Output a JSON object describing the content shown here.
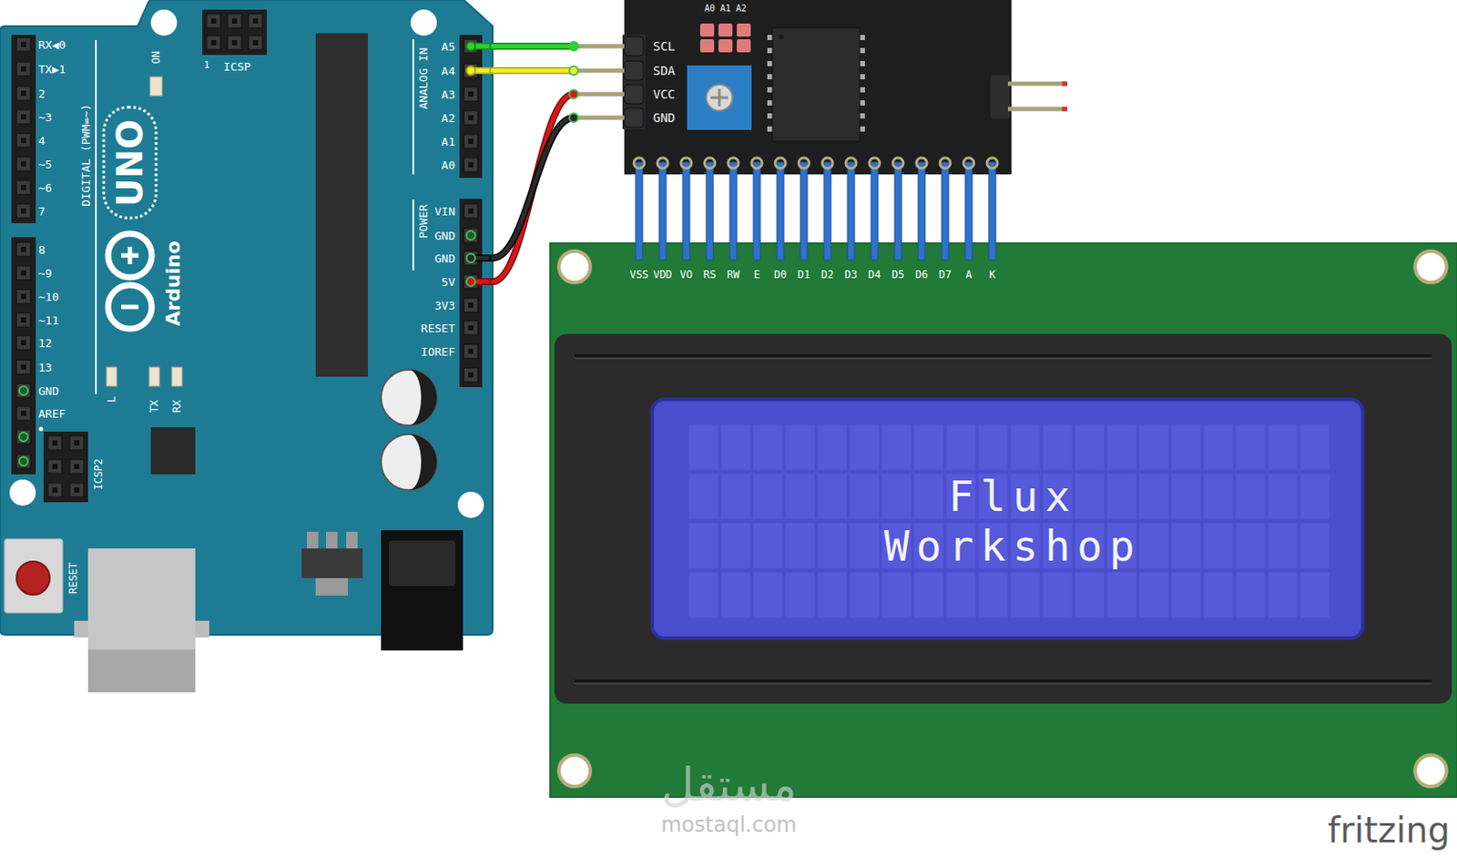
{
  "diagram": {
    "nodes": [
      {
        "text": [
          "RX◀0",
          "TX▶1",
          "2",
          "~3",
          "4",
          "~5",
          "~6",
          "7",
          "8",
          "~9",
          "~10",
          "~11",
          "12",
          "13",
          "GND",
          "AREF",
          "DIGITAL (PWM=~)",
          "UNO",
          "Arduino",
          "ON",
          "1",
          "ICSP",
          "L",
          "TX",
          "RX",
          "ICSP2",
          "RESET",
          "ANALOG IN",
          "A5",
          "A4",
          "A3",
          "A2",
          "A1",
          "A0",
          "POWER",
          "VIN",
          "GND",
          "GND",
          "5V",
          "3V3",
          "RESET",
          "IOREF"
        ]
      },
      {
        "text": [
          "A0 A1 A2",
          "SCL",
          "SDA",
          "VCC",
          "GND"
        ]
      },
      {
        "text": [
          "VSS",
          "VDD",
          "VO",
          "RS",
          "RW",
          "E",
          "D0",
          "D1",
          "D2",
          "D3",
          "D4",
          "D5",
          "D6",
          "D7",
          "A",
          "K"
        ]
      },
      {
        "text": [
          "Flux",
          "Workshop"
        ],
        "in": 2
      }
    ],
    "edges": [
      {
        "from": 0,
        "to": 1,
        "arrow": "none"
      },
      {
        "from": 0,
        "to": 1,
        "arrow": "none"
      },
      {
        "from": 0,
        "to": 1,
        "arrow": "none"
      },
      {
        "from": 0,
        "to": 1,
        "arrow": "none"
      }
    ],
    "labels": [
      "fritzing",
      "مستقل",
      "mostaql.com"
    ]
  }
}
